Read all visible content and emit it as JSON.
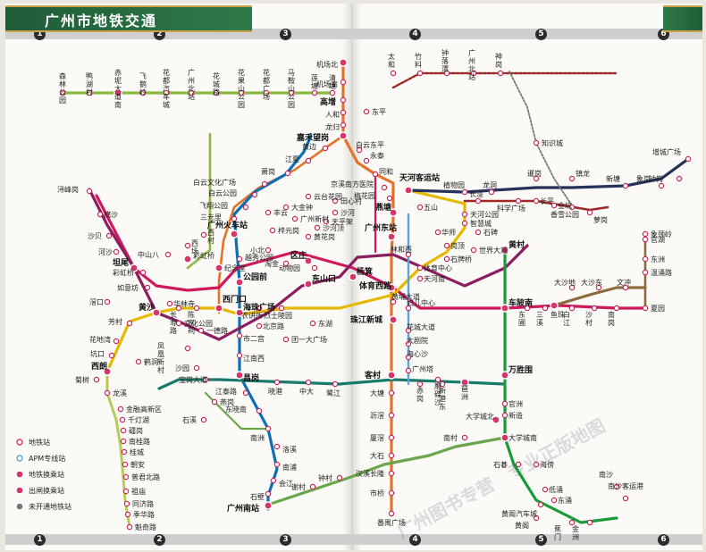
{
  "title": "广州市地铁交通",
  "grid_numbers": [
    "1",
    "2",
    "3",
    "4",
    "5",
    "6"
  ],
  "legend": [
    {
      "key": "station",
      "label": "地铁站",
      "color": "#d9336a",
      "type": "ring"
    },
    {
      "key": "apm",
      "label": "APM专线站",
      "color": "#59a4d8",
      "type": "ring"
    },
    {
      "key": "transfer",
      "label": "地铁换乘站",
      "color": "#d9336a",
      "type": "dot"
    },
    {
      "key": "exit_transfer",
      "label": "出闸换乘站",
      "color": "#d9336a",
      "type": "dot"
    },
    {
      "key": "future",
      "label": "未开通地铁站",
      "color": "#777777",
      "type": "dot"
    }
  ],
  "line_colors": {
    "l1": "#e7b800",
    "l2": "#0a6fb5",
    "l3": "#e5722a",
    "l4": "#1a9a3a",
    "l5": "#d0185d",
    "l6": "#8b1e5e",
    "l7": "#6aa64b",
    "l8": "#1a7a6b",
    "l9": "#8ab840",
    "l13": "#8c6c3e",
    "l14": "#9e2828",
    "l21": "#26315c",
    "apm": "#59a4d8",
    "gf": "#b8cc55",
    "future": "#777777"
  },
  "stations": [
    {
      "id": "s1",
      "name": "森林公园"
    },
    {
      "id": "s2",
      "name": "鸭湖村"
    },
    {
      "id": "s3",
      "name": "赤坭大道南"
    },
    {
      "id": "s4",
      "name": "飞鹅岭"
    },
    {
      "id": "s5",
      "name": "花都汽车城"
    },
    {
      "id": "s6",
      "name": "广州北站"
    },
    {
      "id": "s7",
      "name": "花城路"
    },
    {
      "id": "s8",
      "name": "花果山公园"
    },
    {
      "id": "s9",
      "name": "花都广场"
    },
    {
      "id": "s10",
      "name": "马鞍山公园"
    },
    {
      "id": "s11",
      "name": "莲塘"
    },
    {
      "id": "s12",
      "name": "清塘"
    },
    {
      "id": "s13",
      "name": "机场北"
    },
    {
      "id": "s14",
      "name": "机场南"
    },
    {
      "id": "s15",
      "name": "高增"
    },
    {
      "id": "s16",
      "name": "人和"
    },
    {
      "id": "s17",
      "name": "龙归"
    },
    {
      "id": "s18",
      "name": "嘉禾望岗"
    },
    {
      "id": "s19",
      "name": "黄边"
    },
    {
      "id": "s20",
      "name": "江夏"
    },
    {
      "id": "s21",
      "name": "萧岗"
    },
    {
      "id": "s22",
      "name": "白云文化广场"
    },
    {
      "id": "s23",
      "name": "白云公园"
    },
    {
      "id": "s24",
      "name": "飞翔公园"
    },
    {
      "id": "s25",
      "name": "三元里"
    },
    {
      "id": "s26",
      "name": "广州火车站"
    },
    {
      "id": "s27",
      "name": "越秀公园"
    },
    {
      "id": "s28",
      "name": "公园前"
    },
    {
      "id": "s29",
      "name": "海珠广场"
    },
    {
      "id": "s30",
      "name": "市二宫"
    },
    {
      "id": "s31",
      "name": "江南西"
    },
    {
      "id": "s32",
      "name": "昌岗"
    },
    {
      "id": "s33",
      "name": "江泰路"
    },
    {
      "id": "s34",
      "name": "东晓南"
    },
    {
      "id": "s35",
      "name": "南洲"
    },
    {
      "id": "s36",
      "name": "洛溪"
    },
    {
      "id": "s37",
      "name": "南浦"
    },
    {
      "id": "s38",
      "name": "会江"
    },
    {
      "id": "s39",
      "name": "石壁"
    },
    {
      "id": "s40",
      "name": "广州南站"
    },
    {
      "id": "s41",
      "name": "白云东平"
    },
    {
      "id": "s42",
      "name": "永泰"
    },
    {
      "id": "s43",
      "name": "同和"
    },
    {
      "id": "s44",
      "name": "京溪南方医院"
    },
    {
      "id": "s45",
      "name": "梅花园"
    },
    {
      "id": "s46",
      "name": "燕塘"
    },
    {
      "id": "s47",
      "name": "天河客运站"
    },
    {
      "id": "s48",
      "name": "五山"
    },
    {
      "id": "s49",
      "name": "华师"
    },
    {
      "id": "s50",
      "name": "岗顶"
    },
    {
      "id": "s51",
      "name": "石牌桥"
    },
    {
      "id": "s52",
      "name": "体育中心"
    },
    {
      "id": "s53",
      "name": "体育西路"
    },
    {
      "id": "s54",
      "name": "广州东站"
    },
    {
      "id": "s55",
      "name": "林和西"
    },
    {
      "id": "s56",
      "name": "天河南"
    },
    {
      "id": "s57",
      "name": "黄埔大道"
    },
    {
      "id": "s58",
      "name": "妇儿中心"
    },
    {
      "id": "s59",
      "name": "珠江新城"
    },
    {
      "id": "s60",
      "name": "花城大道"
    },
    {
      "id": "s61",
      "name": "大剧院"
    },
    {
      "id": "s62",
      "name": "海心沙"
    },
    {
      "id": "s63",
      "name": "广州塔"
    },
    {
      "id": "s64",
      "name": "客村"
    },
    {
      "id": "s65",
      "name": "大塘"
    },
    {
      "id": "s66",
      "name": "沥滘"
    },
    {
      "id": "s67",
      "name": "厦滘"
    },
    {
      "id": "s68",
      "name": "大石"
    },
    {
      "id": "s69",
      "name": "汉溪长隆"
    },
    {
      "id": "s70",
      "name": "市桥"
    },
    {
      "id": "s71",
      "name": "番禺广场"
    },
    {
      "id": "s72",
      "name": "西朗"
    },
    {
      "id": "s73",
      "name": "坑口"
    },
    {
      "id": "s74",
      "name": "花地湾"
    },
    {
      "id": "s75",
      "name": "芳村"
    },
    {
      "id": "s76",
      "name": "黄沙"
    },
    {
      "id": "s77",
      "name": "长寿路"
    },
    {
      "id": "s78",
      "name": "陈家祠"
    },
    {
      "id": "s79",
      "name": "西门口"
    },
    {
      "id": "s80",
      "name": "农讲所"
    },
    {
      "id": "s81",
      "name": "烈士陵园"
    },
    {
      "id": "s82",
      "name": "东山口"
    },
    {
      "id": "s83",
      "name": "杨箕"
    },
    {
      "id": "s84",
      "name": "车陂南"
    },
    {
      "id": "s85",
      "name": "黄村"
    },
    {
      "id": "s86",
      "name": "万胜围"
    },
    {
      "id": "s87",
      "name": "坦尾"
    },
    {
      "id": "s88",
      "name": "浔峰岗"
    },
    {
      "id": "s89",
      "name": "横沙"
    },
    {
      "id": "s90",
      "name": "沙贝"
    },
    {
      "id": "s91",
      "name": "河沙"
    },
    {
      "id": "s92",
      "name": "如意坊"
    },
    {
      "id": "s93",
      "name": "滘口"
    },
    {
      "id": "s94",
      "name": "中山八"
    },
    {
      "id": "s95",
      "name": "西场"
    },
    {
      "id": "s96",
      "name": "西村"
    },
    {
      "id": "s97",
      "name": "区庄"
    },
    {
      "id": "s98",
      "name": "动物园"
    },
    {
      "id": "s99",
      "name": "淘金"
    },
    {
      "id": "s100",
      "name": "小北"
    },
    {
      "id": "s101",
      "name": "鱼珠"
    },
    {
      "id": "s102",
      "name": "大沙地"
    },
    {
      "id": "s103",
      "name": "大沙东"
    },
    {
      "id": "s104",
      "name": "文冲"
    },
    {
      "id": "s105",
      "name": "凤凰新村"
    },
    {
      "id": "s106",
      "name": "沙园"
    },
    {
      "id": "s107",
      "name": "宝岗大道"
    },
    {
      "id": "s108",
      "name": "晓港"
    },
    {
      "id": "s109",
      "name": "中大"
    },
    {
      "id": "s110",
      "name": "鹭江"
    },
    {
      "id": "s111",
      "name": "琶洲"
    },
    {
      "id": "s112",
      "name": "新港东"
    },
    {
      "id": "s113",
      "name": "赤岗"
    },
    {
      "id": "s114",
      "name": "磨碟沙"
    },
    {
      "id": "s115",
      "name": "大学城北"
    },
    {
      "id": "s116",
      "name": "大学城南"
    },
    {
      "id": "s117",
      "name": "官洲"
    },
    {
      "id": "s118",
      "name": "南村"
    },
    {
      "id": "s119",
      "name": "钟村"
    },
    {
      "id": "s120",
      "name": "谢村"
    },
    {
      "id": "s121",
      "name": "新造"
    },
    {
      "id": "s122",
      "name": "石碁"
    },
    {
      "id": "s123",
      "name": "海傍"
    },
    {
      "id": "s124",
      "name": "低涌"
    },
    {
      "id": "s125",
      "name": "东涌"
    },
    {
      "id": "s126",
      "name": "黄阁汽车城"
    },
    {
      "id": "s127",
      "name": "黄阁"
    },
    {
      "id": "s128",
      "name": "蕉门"
    },
    {
      "id": "s129",
      "name": "金洲"
    },
    {
      "id": "s130",
      "name": "南沙客运港"
    },
    {
      "id": "s131",
      "name": "增城广场"
    },
    {
      "id": "s132",
      "name": "钟岗"
    },
    {
      "id": "s133",
      "name": "象岗"
    },
    {
      "id": "s134",
      "name": "新塘"
    },
    {
      "id": "s135",
      "name": "官湖"
    },
    {
      "id": "s136",
      "name": "东洲"
    },
    {
      "id": "s137",
      "name": "温涌路"
    },
    {
      "id": "s138",
      "name": "象颈岭"
    },
    {
      "id": "s139",
      "name": "夏园"
    },
    {
      "id": "s140",
      "name": "南岗"
    },
    {
      "id": "s141",
      "name": "沙村"
    },
    {
      "id": "s142",
      "name": "白江"
    },
    {
      "id": "s143",
      "name": "三溪"
    },
    {
      "id": "s144",
      "name": "东圃"
    },
    {
      "id": "s145",
      "name": "镇龙"
    },
    {
      "id": "s146",
      "name": "知识城"
    },
    {
      "id": "s147",
      "name": "东平"
    },
    {
      "id": "s148",
      "name": "太和"
    },
    {
      "id": "s149",
      "name": "竹料"
    },
    {
      "id": "s150",
      "name": "钟落潭"
    },
    {
      "id": "s151",
      "name": "广州北站"
    },
    {
      "id": "s152",
      "name": "神岗"
    },
    {
      "id": "s153",
      "name": "金坑"
    },
    {
      "id": "s154",
      "name": "长平"
    },
    {
      "id": "s155",
      "name": "香雪公园"
    },
    {
      "id": "s156",
      "name": "萝岗"
    },
    {
      "id": "s157",
      "name": "暹岗"
    },
    {
      "id": "s158",
      "name": "科学广场"
    },
    {
      "id": "s159",
      "name": "植物园"
    },
    {
      "id": "s160",
      "name": "龙洞"
    },
    {
      "id": "s161",
      "name": "长湴"
    },
    {
      "id": "s162",
      "name": "天河公园"
    },
    {
      "id": "s163",
      "name": "石碑"
    },
    {
      "id": "s164",
      "name": "世界大观"
    },
    {
      "id": "s165",
      "name": "智慧城"
    },
    {
      "id": "s166",
      "name": "金融高新区"
    },
    {
      "id": "s167",
      "name": "千灯湖"
    },
    {
      "id": "s168",
      "name": "礌岗"
    },
    {
      "id": "s169",
      "name": "南桂路"
    },
    {
      "id": "s170",
      "name": "桂城"
    },
    {
      "id": "s171",
      "name": "朝安"
    },
    {
      "id": "s172",
      "name": "普君北路"
    },
    {
      "id": "s173",
      "name": "祖庙"
    },
    {
      "id": "s174",
      "name": "同济路"
    },
    {
      "id": "s175",
      "name": "季华路"
    },
    {
      "id": "s176",
      "name": "魁奇路"
    },
    {
      "id": "s177",
      "name": "菊树"
    },
    {
      "id": "s178",
      "name": "龙溪"
    },
    {
      "id": "s179",
      "name": "鹤洞"
    },
    {
      "id": "s180",
      "name": "华林寺"
    },
    {
      "id": "s181",
      "name": "文化公园"
    },
    {
      "id": "s182",
      "name": "一德路"
    },
    {
      "id": "s183",
      "name": "北京路"
    },
    {
      "id": "s184",
      "name": "团一大广场"
    },
    {
      "id": "s185",
      "name": "东湖"
    },
    {
      "id": "s186",
      "name": "彩虹桥"
    },
    {
      "id": "s187",
      "name": "彩虹桥"
    },
    {
      "id": "s188",
      "name": "石溪"
    },
    {
      "id": "s189",
      "name": "燕岗"
    },
    {
      "id": "s190",
      "name": "南沙"
    },
    {
      "id": "s191",
      "name": "纪念堂"
    },
    {
      "id": "s192",
      "name": "黄花岗"
    },
    {
      "id": "s193",
      "name": "沙河"
    },
    {
      "id": "s194",
      "name": "天平架"
    },
    {
      "id": "s195",
      "name": "沙河顶"
    },
    {
      "id": "s196",
      "name": "广州新村"
    },
    {
      "id": "s197",
      "name": "梓元岗"
    },
    {
      "id": "s198",
      "name": "大金钟"
    },
    {
      "id": "s199",
      "name": "云台花园"
    },
    {
      "id": "s200",
      "name": "田心村"
    },
    {
      "id": "s201",
      "name": "丰云"
    }
  ],
  "watermark": "广州图书专营　专业正版地图"
}
